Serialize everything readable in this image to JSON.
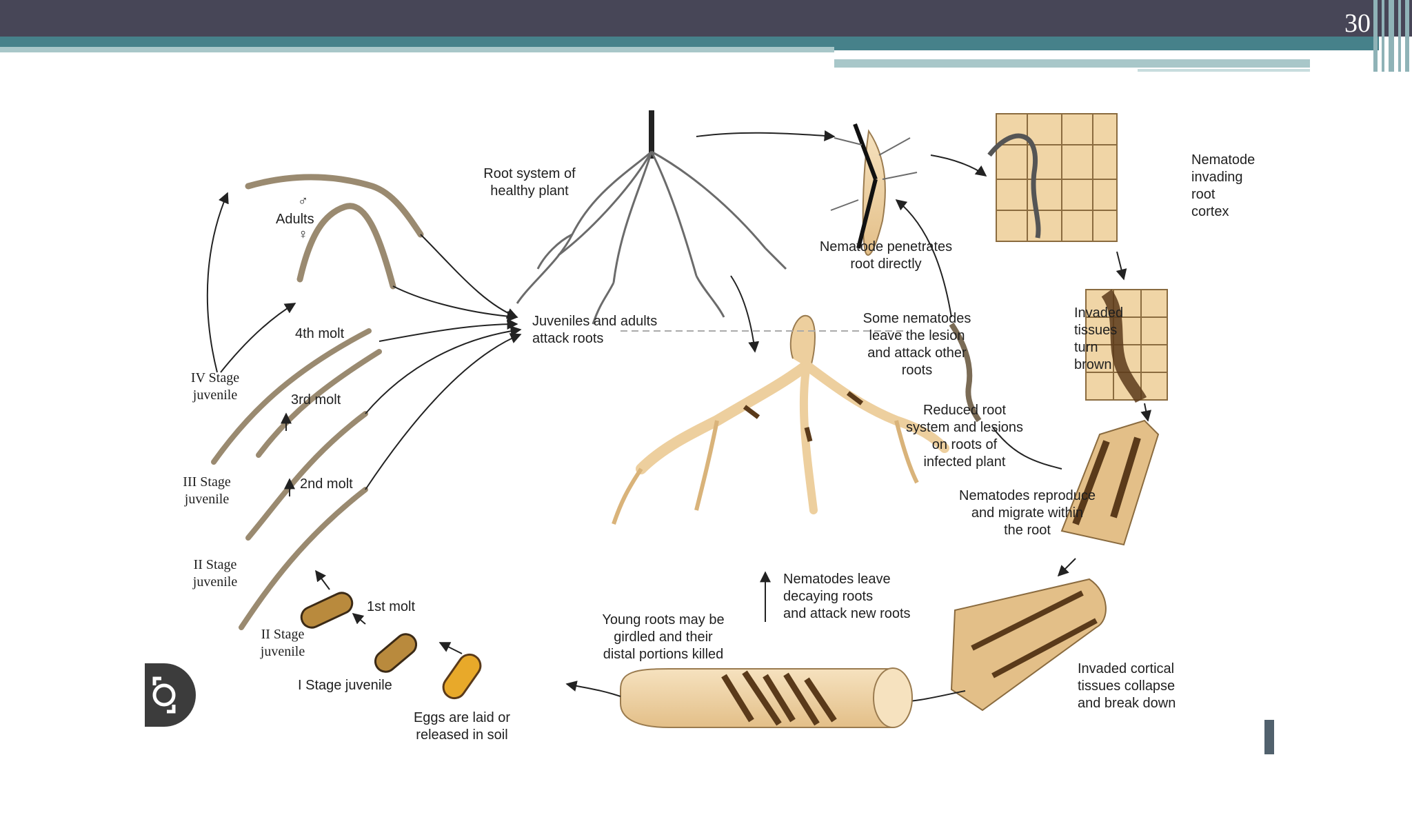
{
  "slide": {
    "page_number": "30"
  },
  "labels": {
    "healthy_root": "Root system of\nhealthy plant",
    "penetrates": "Nematode penetrates\nroot directly",
    "invading": "Nematode\ninvading\nroot\ncortex",
    "invaded_brown": "Invaded\ntissues\nturn\nbrown",
    "some_leave": "Some nematodes\nleave the lesion\nand attack other\nroots",
    "reduced": "Reduced root\nsystem and lesions\non roots of\ninfected plant",
    "reproduce": "Nematodes reproduce\nand migrate within\nthe root",
    "collapse": "Invaded cortical\ntissues collapse\nand break down",
    "leave_decaying": "Nematodes leave\ndecaying roots\nand attack new roots",
    "young_roots": "Young roots may be\ngirdled and their\ndistal portions killed",
    "eggs": "Eggs are laid or\nreleased in soil",
    "stage1": "I Stage juvenile",
    "stage2a": "II Stage\njuvenile",
    "molt1": "1st molt",
    "stage2b": "II Stage\njuvenile",
    "molt2": "2nd molt",
    "stage3": "III Stage\njuvenile",
    "molt3": "3rd molt",
    "stage4": "IV Stage\njuvenile",
    "molt4": "4th molt",
    "adults": "Adults",
    "male_symbol": "♂",
    "female_symbol": "♀",
    "attack": "Juveniles and adults\nattack roots"
  },
  "colors": {
    "topbar": "#474657",
    "teal": "#46818a",
    "light_teal": "#a8c7c9",
    "root_tan": "#edcf9e",
    "lesion_brown": "#5a3a1a",
    "egg_gold": "#e8a92a",
    "worm": "#b5a48a"
  }
}
